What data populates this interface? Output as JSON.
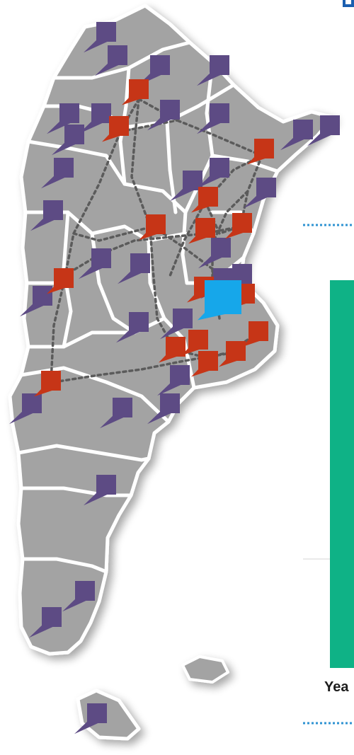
{
  "legend": {
    "year_label": "Yea"
  },
  "colors": {
    "province_fill": "#a3a3a3",
    "border": "#ffffff",
    "route": "#555555",
    "purple_marker": "#5d4b84",
    "red_marker": "#c63517",
    "hub_marker": "#16a7ea",
    "panel_green": "#0fb286",
    "dotted_blue": "#2f93d2"
  },
  "markers": {
    "purple_count": 36,
    "red_count": 17,
    "hub_count": 1
  }
}
